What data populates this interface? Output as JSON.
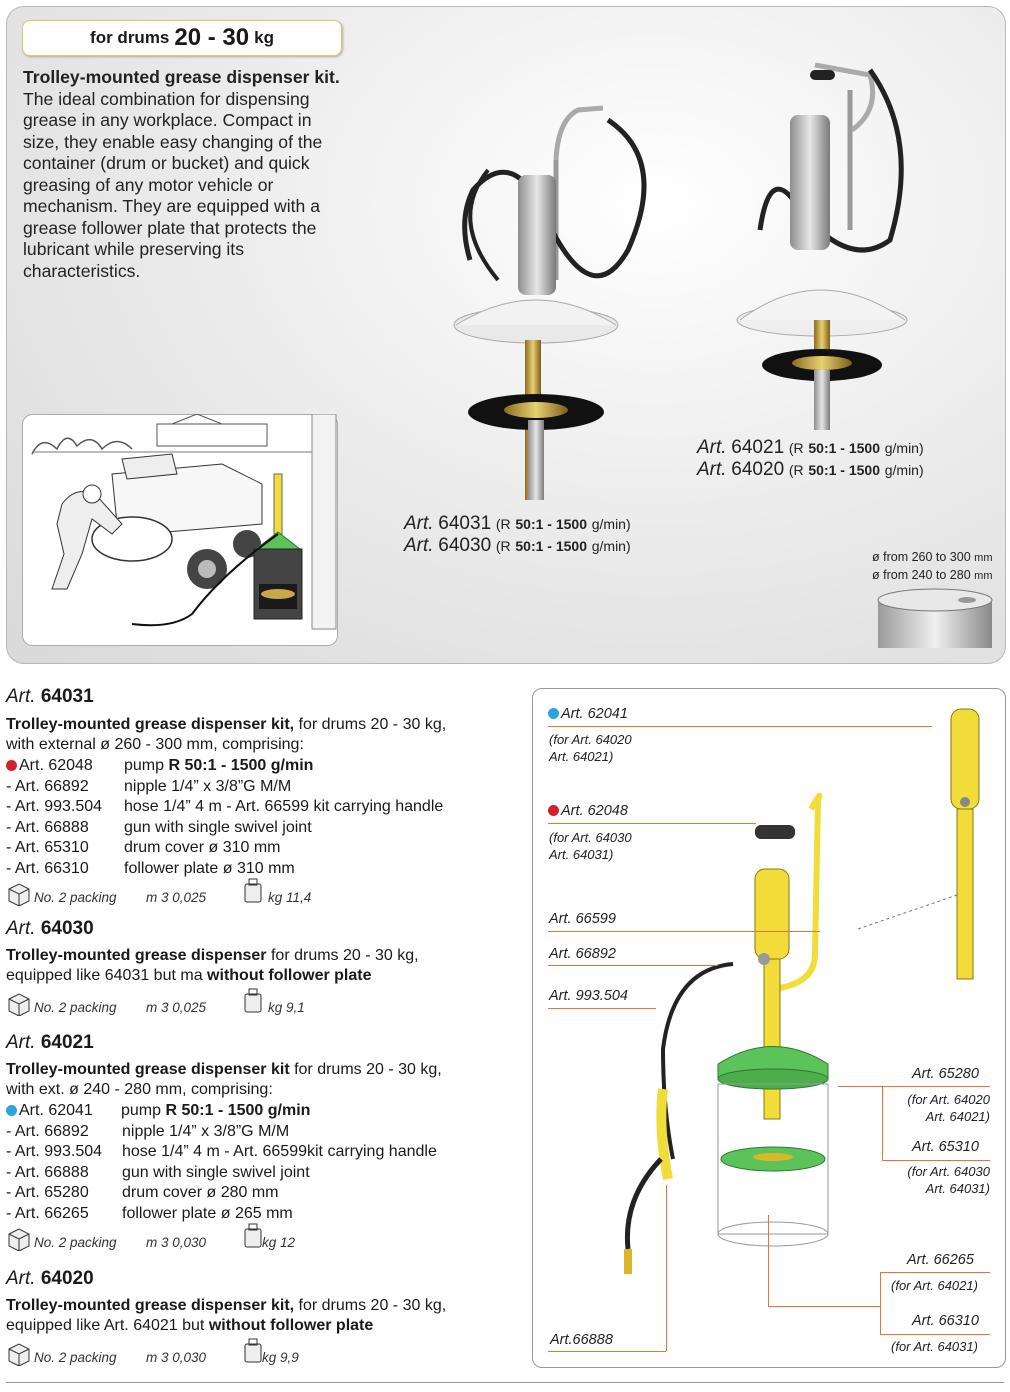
{
  "header": {
    "tab_prefix": "for drums",
    "tab_range": "20 - 30",
    "tab_unit": "kg",
    "intro_bold": "Trolley-mounted grease dispenser kit.",
    "intro_text": "The ideal combination for dispensing grease in any workplace. Compact in size, they enable easy changing of the container (drum or bucket) and quick greasing of any motor vehicle or mechanism. They are equipped with a grease follower plate that protects the lubricant while preserving its characteristics."
  },
  "photo_labels": {
    "left": [
      {
        "art": "Art.",
        "num": "64031",
        "open": "(R",
        "ratio": "50:1 - 1500",
        "unit": "g/min)"
      },
      {
        "art": "Art.",
        "num": "64030",
        "open": "(R",
        "ratio": "50:1 - 1500",
        "unit": "g/min)"
      }
    ],
    "right": [
      {
        "art": "Art.",
        "num": "64021",
        "open": "(R",
        "ratio": "50:1 - 1500",
        "unit": "g/min)"
      },
      {
        "art": "Art.",
        "num": "64020",
        "open": "(R",
        "ratio": "50:1 - 1500",
        "unit": "g/min)"
      }
    ]
  },
  "drum_dims": {
    "line1_a": "ø from 260 to 300",
    "line1_u": "mm",
    "line2_a": "ø from 240 to 280",
    "line2_u": "mm"
  },
  "articles": [
    {
      "art": "Art.",
      "num": "64031",
      "title_bold": "Trolley-mounted grease dispenser kit,",
      "title_rest": " for drums 20 - 30 kg,",
      "line2": "with external ø 260 - 300 mm, comprising:",
      "items": [
        {
          "code": "Art. 62048",
          "desc": "pump ",
          "desc_bold": "R 50:1 - 1500 g/min",
          "dot": "#d3202a"
        },
        {
          "code": "- Art. 66892",
          "desc": "nipple 1/4” x 3/8”G M/M"
        },
        {
          "code": "- Art. 993.504",
          "desc": "hose 1/4” 4 m  - Art. 66599 kit carrying handle"
        },
        {
          "code": "- Art. 66888",
          "desc": "gun with single swivel joint"
        },
        {
          "code": "- Art. 65310",
          "desc": "drum cover ø 310 mm"
        },
        {
          "code": "- Art. 66310",
          "desc": "follower plate ø 310 mm"
        }
      ],
      "packing": "No. 2 packing",
      "volume": "m 3 0,025",
      "weight": "kg 11,4"
    },
    {
      "art": "Art.",
      "num": "64030",
      "title_bold": "Trolley-mounted grease dispenser",
      "title_rest": " for drums 20 - 30 kg,",
      "line2_a": "equipped like 64031 but ma ",
      "line2_b": "without follower plate",
      "packing": "No. 2 packing",
      "volume": "m 3 0,025",
      "weight": "kg 9,1"
    },
    {
      "art": "Art.",
      "num": "64021",
      "title_bold": "Trolley-mounted grease dispenser kit",
      "title_rest": " for drums 20 - 30 kg,",
      "line2": "with ext. ø 240 - 280 mm, comprising:",
      "items": [
        {
          "code": "Art. 62041",
          "desc": "pump ",
          "desc_bold": "R 50:1 - 1500 g/min",
          "dot": "#2aa6dd"
        },
        {
          "code": "- Art. 66892",
          "desc": "nipple 1/4” x 3/8”G M/M"
        },
        {
          "code": "- Art. 993.504",
          "desc": "hose 1/4” 4 m  - Art. 66599kit carrying handle"
        },
        {
          "code": "- Art. 66888",
          "desc": "gun with single swivel joint"
        },
        {
          "code": "- Art. 65280",
          "desc": "drum cover ø 280 mm"
        },
        {
          "code": "- Art. 66265",
          "desc": "follower plate ø 265 mm"
        }
      ],
      "packing": "No. 2 packing",
      "volume": "m 3 0,030",
      "weight": "kg 12"
    },
    {
      "art": "Art.",
      "num": "64020",
      "title_bold": "Trolley-mounted grease dispenser kit,",
      "title_rest": " for drums 20 - 30 kg,",
      "line2_a": "equipped like Art. 64021 but ",
      "line2_b": "without follower plate",
      "packing": "No. 2 packing",
      "volume": "m 3 0,030",
      "weight": "kg 9,9"
    }
  ],
  "diagram": {
    "callouts": {
      "a62041": "Art. 62041",
      "a62041_sub1": "(for Art. 64020",
      "a62041_sub2": "Art. 64021)",
      "a62048": "Art. 62048",
      "a62048_sub1": "(for Art. 64030",
      "a62048_sub2": "Art. 64031)",
      "a66599": "Art. 66599",
      "a66892": "Art. 66892",
      "a993504": "Art. 993.504",
      "a66888": "Art.66888",
      "a65280": "Art. 65280",
      "a65280_sub1": "(for Art. 64020",
      "a65280_sub2": "Art. 64021)",
      "a65310": "Art. 65310",
      "a65310_sub1": "(for Art. 64030",
      "a65310_sub2": "Art. 64031)",
      "a66265": "Art.  66265",
      "a66265_sub": "(for Art. 64021)",
      "a66310": "Art. 66310",
      "a66310_sub": "(for Art. 64031)"
    },
    "colors": {
      "blue_dot": "#2aa6dd",
      "red_dot": "#d3202a",
      "leader": "#e3743a",
      "yellow": "#f2dc3a",
      "green": "#5cc25a"
    }
  }
}
